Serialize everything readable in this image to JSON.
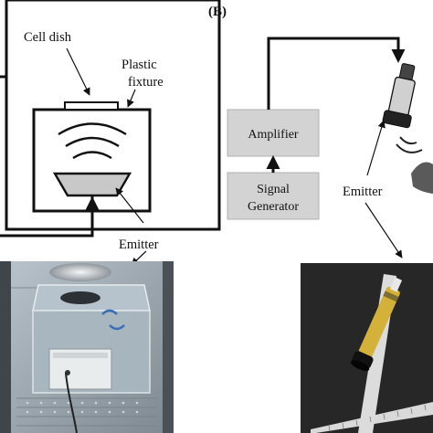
{
  "panel_a": {
    "labels": {
      "cell_dish": "Cell dish",
      "plastic_line1": "Plastic",
      "plastic_line2": "fixture",
      "emitter": "Emitter"
    }
  },
  "panel_b": {
    "panel_label": "(B)",
    "amplifier": "Amplifier",
    "signal_gen_line1": "Signal",
    "signal_gen_line2": "Generator",
    "emitter": "Emitter"
  },
  "colors": {
    "line": "#111111",
    "block_fill": "#d3d3d3",
    "box_fill": "#c9c9c9",
    "emitter_fill": "#c8c8c8",
    "bench_bg": "#2b2b2b",
    "ruler": "#d9d9d9",
    "probe_body": "#d4b23a"
  }
}
